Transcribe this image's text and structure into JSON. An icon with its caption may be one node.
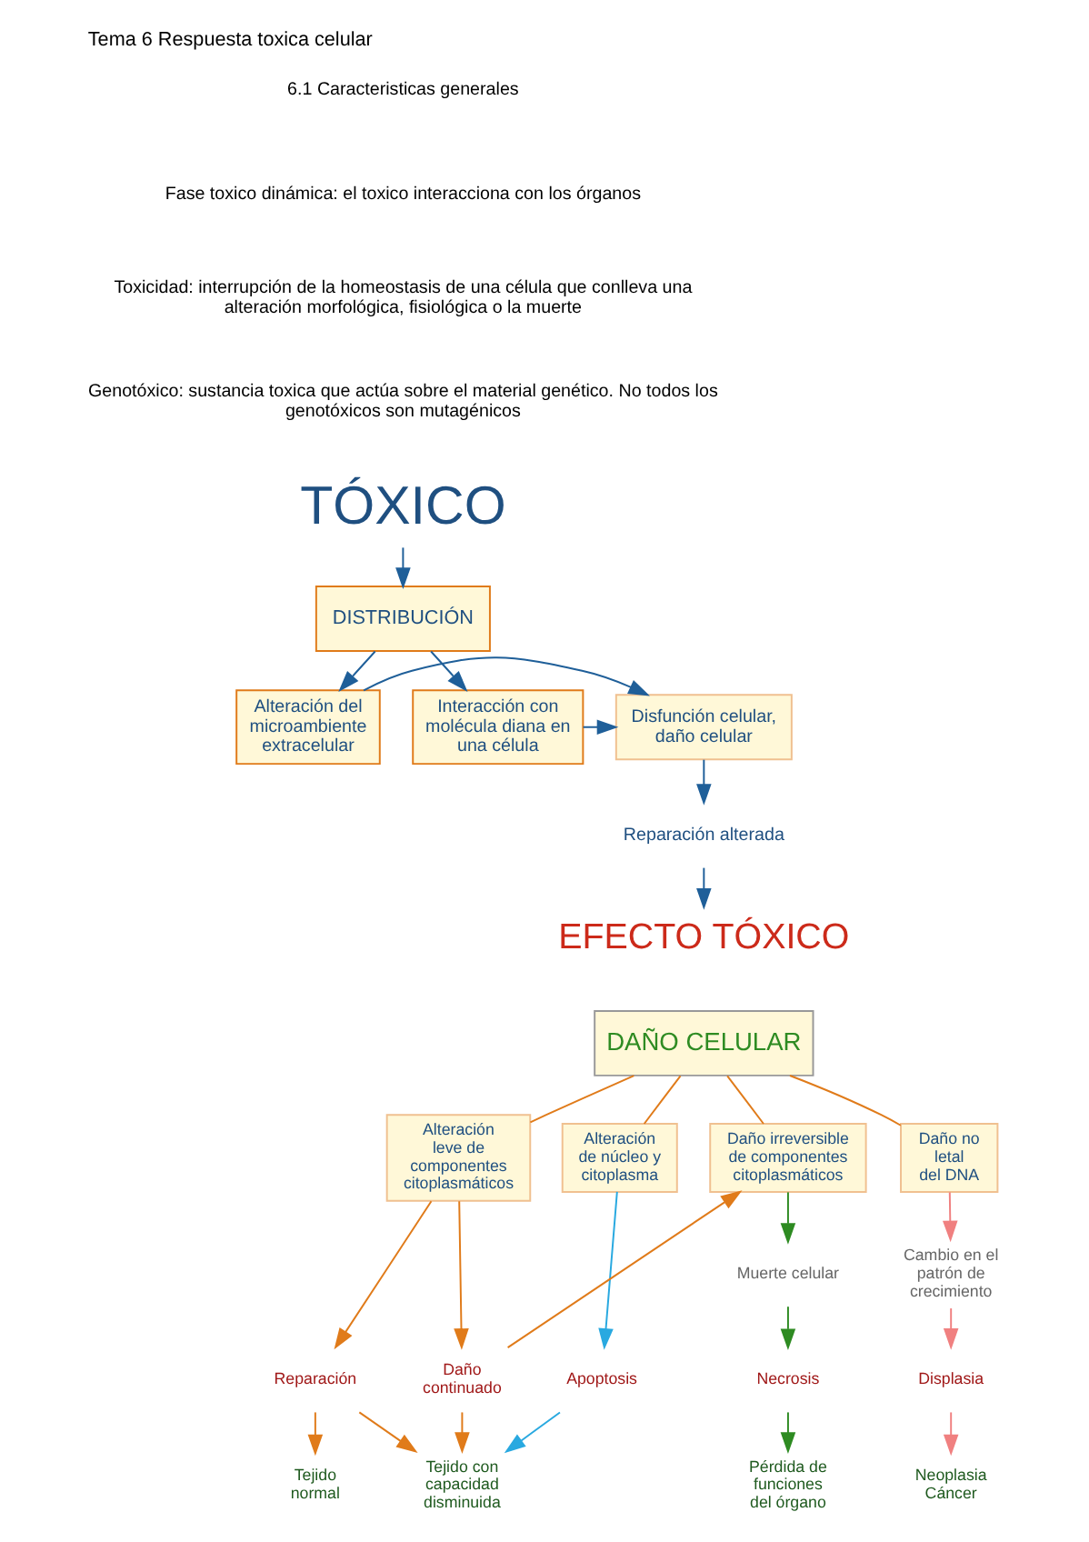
{
  "diagram": {
    "title": "Tema 6 Respuesta toxica celular",
    "nodes": [
      {
        "text": [
          "TÓXICO"
        ]
      },
      {
        "text": [
          "DISTRIBUCIÓN"
        ]
      },
      {
        "text": [
          "Interacción con molécula diana en una célula"
        ]
      },
      {
        "text": [
          "Disfunción celular, daño celular"
        ]
      },
      {
        "text": [
          "Alteración del microambiente extracelular"
        ]
      },
      {
        "text": [
          "Reparación alterada"
        ]
      },
      {
        "text": [
          "EFECTO TÓXICO"
        ]
      },
      {
        "text": [
          "DAÑO CELULAR"
        ]
      },
      {
        "text": [
          "Alteración leve de componentes citoplasmáticos"
        ]
      },
      {
        "text": [
          "Daño irreversible de componentes citoplasmáticos"
        ]
      },
      {
        "text": [
          "Alteración de núcleo y citoplasma"
        ]
      },
      {
        "text": [
          "Daño no letal del DNA"
        ]
      },
      {
        "text": [
          "Muerte celular"
        ]
      },
      {
        "text": [
          "Cambio en el patrón de crecimiento"
        ]
      },
      {
        "text": [
          "Reparación"
        ]
      },
      {
        "text": [
          "Daño continuado"
        ]
      },
      {
        "text": [
          "Necrosis"
        ]
      },
      {
        "text": [
          "Apoptosis"
        ]
      },
      {
        "text": [
          "Displasia"
        ]
      },
      {
        "text": [
          "Tejido normal"
        ]
      },
      {
        "text": [
          "Tejido con capacidad disminuida"
        ]
      },
      {
        "text": [
          "Pérdida de funciones del órgano"
        ]
      },
      {
        "text": [
          "Neoplasia Cáncer"
        ]
      }
    ],
    "edges": [
      {
        "from": 0,
        "to": 1,
        "arrow": "to",
        "color": "#1f5f99"
      },
      {
        "from": 1,
        "to": 2,
        "arrow": "to",
        "color": "#1f5f99"
      },
      {
        "from": 1,
        "to": 4,
        "arrow": "to",
        "color": "#1f5f99"
      },
      {
        "from": 2,
        "to": 3,
        "arrow": "to",
        "color": "#1f5f99"
      },
      {
        "from": 4,
        "to": 3,
        "arrow": "to",
        "color": "#1f5f99"
      },
      {
        "from": 3,
        "to": 5,
        "arrow": "to",
        "color": "#1f5f99"
      },
      {
        "from": 5,
        "to": 6,
        "arrow": "to",
        "color": "#1f5f99"
      },
      {
        "from": 7,
        "to": 8,
        "arrow": "none",
        "color": "#e07b1a"
      },
      {
        "from": 7,
        "to": 9,
        "arrow": "none",
        "color": "#e07b1a"
      },
      {
        "from": 7,
        "to": 10,
        "arrow": "none",
        "color": "#e07b1a"
      },
      {
        "from": 7,
        "to": 11,
        "arrow": "none",
        "color": "#e07b1a"
      },
      {
        "from": 8,
        "to": 14,
        "arrow": "to",
        "color": "#e07b1a"
      },
      {
        "from": 8,
        "to": 15,
        "arrow": "to",
        "color": "#e07b1a"
      },
      {
        "from": 15,
        "to": 9,
        "arrow": "to",
        "color": "#e07b1a"
      },
      {
        "from": 9,
        "to": 12,
        "arrow": "to",
        "color": "#2e8b22"
      },
      {
        "from": 12,
        "to": 16,
        "arrow": "to",
        "color": "#2e8b22"
      },
      {
        "from": 10,
        "to": 17,
        "arrow": "to",
        "color": "#29a9e0"
      },
      {
        "from": 11,
        "to": 13,
        "arrow": "to",
        "color": "#f08080"
      },
      {
        "from": 13,
        "to": 18,
        "arrow": "to",
        "color": "#f08080"
      },
      {
        "from": 18,
        "to": 22,
        "arrow": "to",
        "color": "#f08080"
      },
      {
        "from": 14,
        "to": 19,
        "arrow": "to",
        "color": "#e07b1a"
      },
      {
        "from": 14,
        "to": 20,
        "arrow": "to",
        "color": "#e07b1a"
      },
      {
        "from": 15,
        "to": 20,
        "arrow": "to",
        "color": "#e07b1a"
      },
      {
        "from": 16,
        "to": 21,
        "arrow": "to",
        "color": "#2e8b22"
      },
      {
        "from": 17,
        "to": 20,
        "arrow": "to",
        "color": "#29a9e0"
      }
    ],
    "labels": [
      "6.1 Caracteristicas generales",
      "Fase toxico dinámica: el toxico interacciona con los órganos",
      "Toxicidad: interrupción de la homeostasis de una célula que conlleva una alteración morfológica, fisiológica o la muerte",
      "Genotóxico: sustancia toxica que actúa sobre el material genético. No todos los genotóxicos son mutagénicos"
    ]
  }
}
